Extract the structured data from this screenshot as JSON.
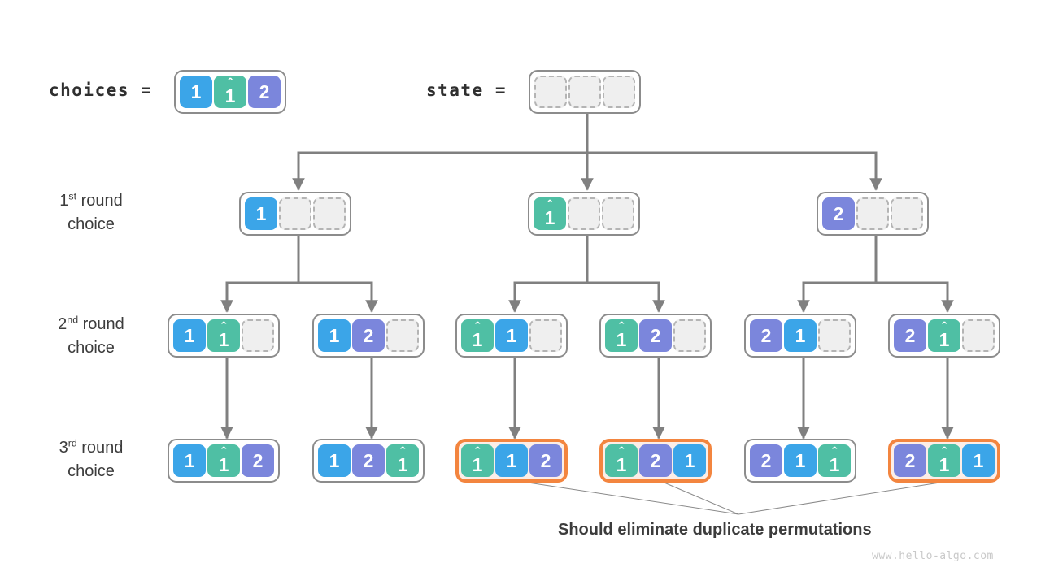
{
  "header": {
    "choices_label": "choices =",
    "state_label": "state ="
  },
  "legend": {
    "duplicate_marker": "1̂",
    "duplicate_base": "1",
    "duplicate_hat": "ˆ"
  },
  "colors": {
    "blue": "#3ba5e8",
    "teal": "#4fbfa4",
    "purple": "#7b86dc",
    "highlight_border": "#f3853f",
    "highlight_fill": "#fceee7",
    "box_border": "#8c8c8c",
    "empty_cell": "#efefef",
    "connector": "#808080",
    "text": "#3c3c3c"
  },
  "rounds": [
    {
      "line1": "1",
      "sup": "st",
      "line1_rest": " round",
      "line2": "choice"
    },
    {
      "line1": "2",
      "sup": "nd",
      "line1_rest": " round",
      "line2": "choice"
    },
    {
      "line1": "3",
      "sup": "rd",
      "line1_rest": " round",
      "line2": "choice"
    }
  ],
  "choices": {
    "cells": [
      {
        "value": "1",
        "color": "blue",
        "dup": false
      },
      {
        "value": "1",
        "color": "teal",
        "dup": true
      },
      {
        "value": "2",
        "color": "purple",
        "dup": false
      }
    ]
  },
  "state": {
    "cells": [
      {
        "value": "",
        "color": "empty",
        "dup": false
      },
      {
        "value": "",
        "color": "empty",
        "dup": false
      },
      {
        "value": "",
        "color": "empty",
        "dup": false
      }
    ]
  },
  "tree": {
    "level1": [
      {
        "id": "n-1",
        "highlight": false,
        "cells": [
          {
            "value": "1",
            "color": "blue",
            "dup": false
          },
          {
            "value": "",
            "color": "empty",
            "dup": false
          },
          {
            "value": "",
            "color": "empty",
            "dup": false
          }
        ]
      },
      {
        "id": "n-1hat",
        "highlight": false,
        "cells": [
          {
            "value": "1",
            "color": "teal",
            "dup": true
          },
          {
            "value": "",
            "color": "empty",
            "dup": false
          },
          {
            "value": "",
            "color": "empty",
            "dup": false
          }
        ]
      },
      {
        "id": "n-2",
        "highlight": false,
        "cells": [
          {
            "value": "2",
            "color": "purple",
            "dup": false
          },
          {
            "value": "",
            "color": "empty",
            "dup": false
          },
          {
            "value": "",
            "color": "empty",
            "dup": false
          }
        ]
      }
    ],
    "level2": [
      {
        "id": "n-1-1hat",
        "highlight": false,
        "cells": [
          {
            "value": "1",
            "color": "blue",
            "dup": false
          },
          {
            "value": "1",
            "color": "teal",
            "dup": true
          },
          {
            "value": "",
            "color": "empty",
            "dup": false
          }
        ]
      },
      {
        "id": "n-1-2",
        "highlight": false,
        "cells": [
          {
            "value": "1",
            "color": "blue",
            "dup": false
          },
          {
            "value": "2",
            "color": "purple",
            "dup": false
          },
          {
            "value": "",
            "color": "empty",
            "dup": false
          }
        ]
      },
      {
        "id": "n-1hat-1",
        "highlight": false,
        "cells": [
          {
            "value": "1",
            "color": "teal",
            "dup": true
          },
          {
            "value": "1",
            "color": "blue",
            "dup": false
          },
          {
            "value": "",
            "color": "empty",
            "dup": false
          }
        ]
      },
      {
        "id": "n-1hat-2",
        "highlight": false,
        "cells": [
          {
            "value": "1",
            "color": "teal",
            "dup": true
          },
          {
            "value": "2",
            "color": "purple",
            "dup": false
          },
          {
            "value": "",
            "color": "empty",
            "dup": false
          }
        ]
      },
      {
        "id": "n-2-1",
        "highlight": false,
        "cells": [
          {
            "value": "2",
            "color": "purple",
            "dup": false
          },
          {
            "value": "1",
            "color": "blue",
            "dup": false
          },
          {
            "value": "",
            "color": "empty",
            "dup": false
          }
        ]
      },
      {
        "id": "n-2-1hat",
        "highlight": false,
        "cells": [
          {
            "value": "2",
            "color": "purple",
            "dup": false
          },
          {
            "value": "1",
            "color": "teal",
            "dup": true
          },
          {
            "value": "",
            "color": "empty",
            "dup": false
          }
        ]
      }
    ],
    "level3": [
      {
        "id": "leaf-1-1hat-2",
        "highlight": false,
        "cells": [
          {
            "value": "1",
            "color": "blue",
            "dup": false
          },
          {
            "value": "1",
            "color": "teal",
            "dup": true
          },
          {
            "value": "2",
            "color": "purple",
            "dup": false
          }
        ]
      },
      {
        "id": "leaf-1-2-1hat",
        "highlight": false,
        "cells": [
          {
            "value": "1",
            "color": "blue",
            "dup": false
          },
          {
            "value": "2",
            "color": "purple",
            "dup": false
          },
          {
            "value": "1",
            "color": "teal",
            "dup": true
          }
        ]
      },
      {
        "id": "leaf-1hat-1-2",
        "highlight": true,
        "cells": [
          {
            "value": "1",
            "color": "teal",
            "dup": true
          },
          {
            "value": "1",
            "color": "blue",
            "dup": false
          },
          {
            "value": "2",
            "color": "purple",
            "dup": false
          }
        ]
      },
      {
        "id": "leaf-1hat-2-1",
        "highlight": true,
        "cells": [
          {
            "value": "1",
            "color": "teal",
            "dup": true
          },
          {
            "value": "2",
            "color": "purple",
            "dup": false
          },
          {
            "value": "1",
            "color": "blue",
            "dup": false
          }
        ]
      },
      {
        "id": "leaf-2-1-1hat",
        "highlight": false,
        "cells": [
          {
            "value": "2",
            "color": "purple",
            "dup": false
          },
          {
            "value": "1",
            "color": "blue",
            "dup": false
          },
          {
            "value": "1",
            "color": "teal",
            "dup": true
          }
        ]
      },
      {
        "id": "leaf-2-1hat-1",
        "highlight": true,
        "cells": [
          {
            "value": "2",
            "color": "purple",
            "dup": false
          },
          {
            "value": "1",
            "color": "teal",
            "dup": true
          },
          {
            "value": "1",
            "color": "blue",
            "dup": false
          }
        ]
      }
    ]
  },
  "annotation": {
    "text": "Should eliminate duplicate permutations"
  },
  "watermark": {
    "text": "www.hello-algo.com"
  }
}
